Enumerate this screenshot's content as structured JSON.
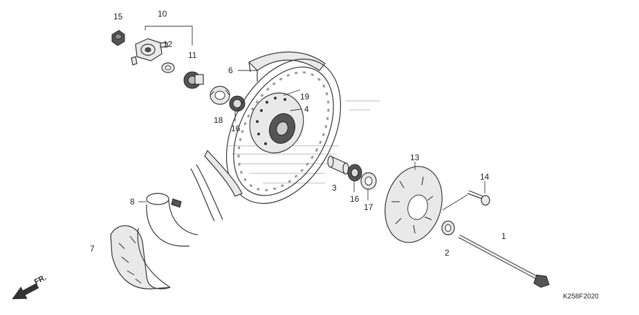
{
  "labels": {
    "p1": "1",
    "p2": "2",
    "p3": "3",
    "p4": "4",
    "p6": "6",
    "p7": "7",
    "p8": "8",
    "p10": "10",
    "p11": "11",
    "p12": "12",
    "p13": "13",
    "p14": "14",
    "p15": "15",
    "p16a": "16",
    "p16b": "16",
    "p17": "17",
    "p18": "18",
    "p19": "19"
  },
  "diagram_code": "K258F2020",
  "front_indicator": "FR."
}
